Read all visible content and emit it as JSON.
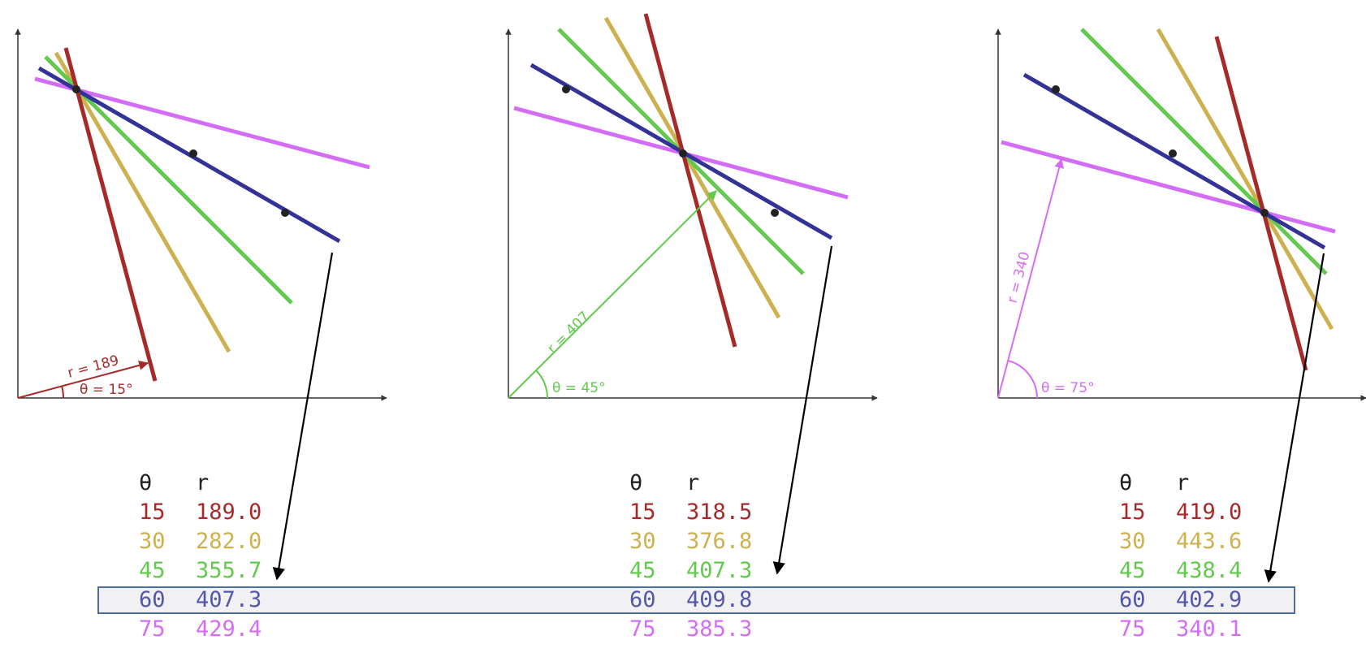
{
  "colors": {
    "15": "#a52a2a",
    "30": "#cdb14f",
    "45": "#62c94e",
    "60": "#323297",
    "75": "#d46df5",
    "axis": "#333333",
    "point": "#222222",
    "arrow": "#000000",
    "table_header": "#222222",
    "table_60_text": "#5557a8",
    "highlight_fill": "#f1f1f3",
    "highlight_border": "#4f6e96"
  },
  "panels": [
    {
      "id": "panel-1",
      "annotation": {
        "r_label": "r = 189",
        "theta_label": "θ = 15°",
        "color_key": "15"
      },
      "table": {
        "header_theta": "θ",
        "header_r": "r",
        "rows": [
          {
            "theta": "15",
            "r": "189.0"
          },
          {
            "theta": "30",
            "r": "282.0"
          },
          {
            "theta": "45",
            "r": "355.7"
          },
          {
            "theta": "60",
            "r": "407.3"
          },
          {
            "theta": "75",
            "r": "429.4"
          }
        ]
      }
    },
    {
      "id": "panel-2",
      "annotation": {
        "r_label": "r = 407",
        "theta_label": "θ = 45°",
        "color_key": "45"
      },
      "table": {
        "header_theta": "θ",
        "header_r": "r",
        "rows": [
          {
            "theta": "15",
            "r": "318.5"
          },
          {
            "theta": "30",
            "r": "376.8"
          },
          {
            "theta": "45",
            "r": "407.3"
          },
          {
            "theta": "60",
            "r": "409.8"
          },
          {
            "theta": "75",
            "r": "385.3"
          }
        ]
      }
    },
    {
      "id": "panel-3",
      "annotation": {
        "r_label": "r = 340",
        "theta_label": "θ = 75°",
        "color_key": "75"
      },
      "table": {
        "header_theta": "θ",
        "header_r": "r",
        "rows": [
          {
            "theta": "15",
            "r": "419.0"
          },
          {
            "theta": "30",
            "r": "443.6"
          },
          {
            "theta": "45",
            "r": "438.4"
          },
          {
            "theta": "60",
            "r": "402.9"
          },
          {
            "theta": "75",
            "r": "340.1"
          }
        ]
      }
    }
  ]
}
